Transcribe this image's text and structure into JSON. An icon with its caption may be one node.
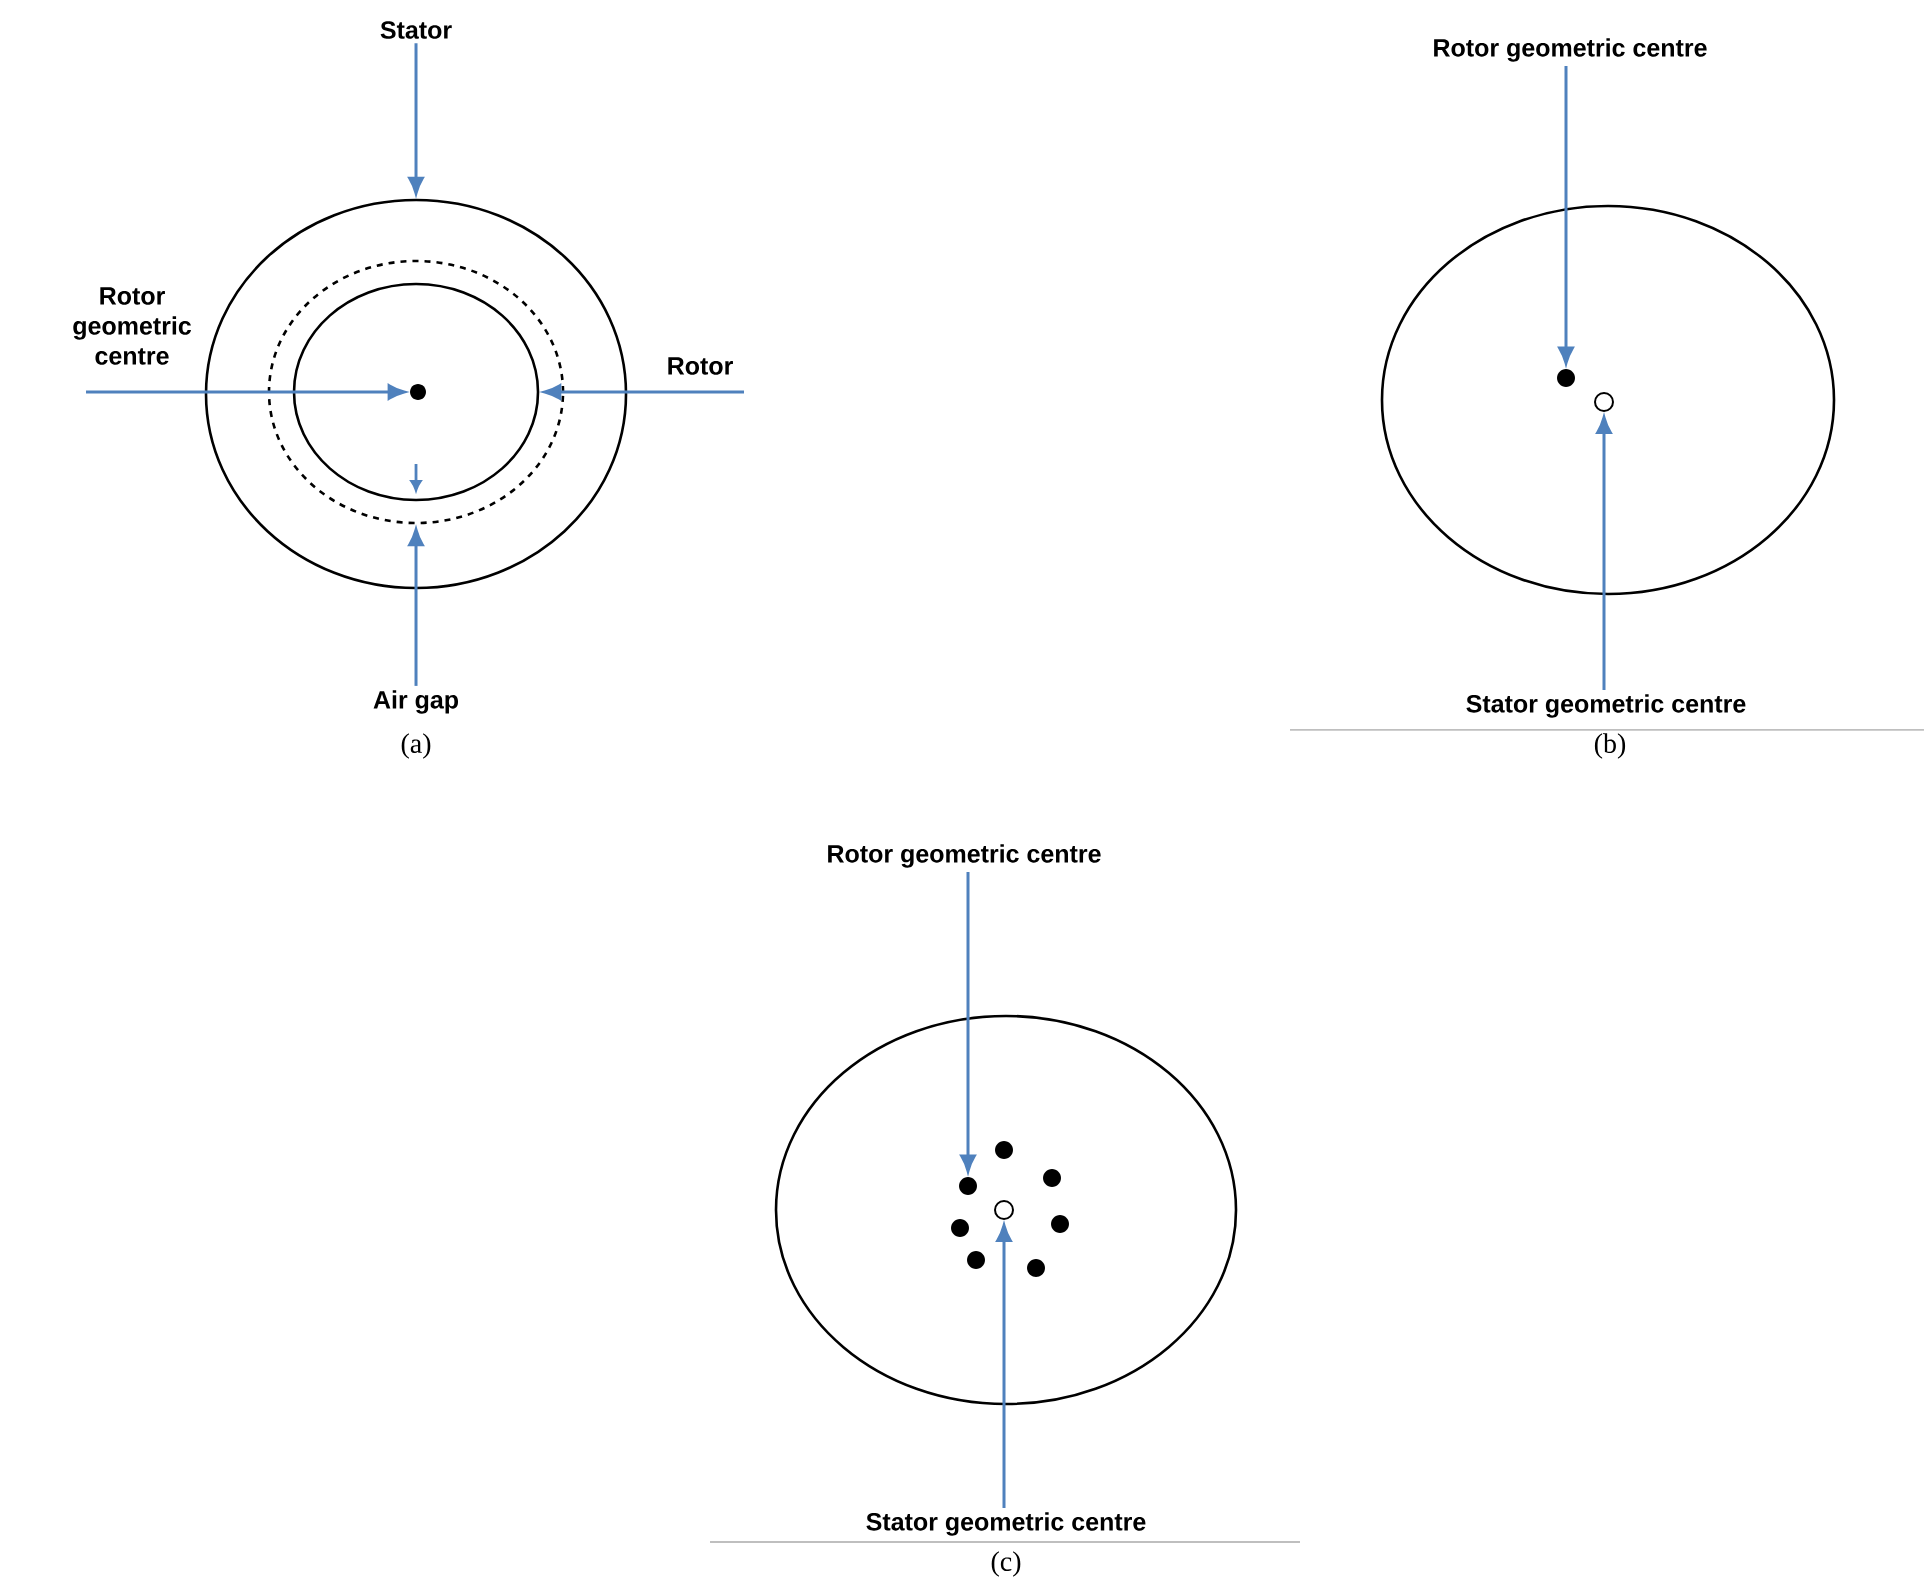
{
  "diagram": {
    "nodes": [
      {
        "text": [
          "Stator"
        ]
      },
      {
        "text": [],
        "shape": "ellipse"
      },
      {
        "text": [],
        "shape": "ellipse",
        "in": 1
      },
      {
        "text": [],
        "shape": "ellipse",
        "in": 2
      },
      {
        "text": [],
        "shape": "dot",
        "in": 3
      },
      {
        "text": [
          "Rotor geometric centre"
        ]
      },
      {
        "text": [
          "Rotor"
        ]
      },
      {
        "text": [
          "Air gap"
        ]
      },
      {
        "text": [
          "Rotor geometric centre"
        ]
      },
      {
        "text": [],
        "shape": "ellipse"
      },
      {
        "text": [],
        "shape": "dot",
        "in": 9
      },
      {
        "text": [],
        "shape": "circle",
        "in": 9
      },
      {
        "text": [
          "Stator geometric centre"
        ]
      },
      {
        "text": [
          "Rotor geometric centre"
        ]
      },
      {
        "text": [],
        "shape": "ellipse"
      },
      {
        "text": [],
        "shape": "dot",
        "in": 14
      },
      {
        "text": [],
        "shape": "dot",
        "in": 14
      },
      {
        "text": [],
        "shape": "dot",
        "in": 14
      },
      {
        "text": [],
        "shape": "dot",
        "in": 14
      },
      {
        "text": [],
        "shape": "dot",
        "in": 14
      },
      {
        "text": [],
        "shape": "dot",
        "in": 14
      },
      {
        "text": [],
        "shape": "dot",
        "in": 14
      },
      {
        "text": [],
        "shape": "circle",
        "in": 14
      },
      {
        "text": [
          "Stator geometric centre"
        ]
      }
    ],
    "edges": [
      {
        "from": 0,
        "to": 1,
        "arrow": "to"
      },
      {
        "from": 5,
        "to": 4,
        "arrow": "to"
      },
      {
        "from": 6,
        "to": 3,
        "arrow": "to"
      },
      {
        "from": 7,
        "to": 2,
        "arrow": "to"
      },
      {
        "from": 8,
        "to": 10,
        "arrow": "to"
      },
      {
        "from": 12,
        "to": 11,
        "arrow": "to"
      },
      {
        "from": 13,
        "to": 16,
        "arrow": "to"
      },
      {
        "from": 23,
        "to": 22,
        "arrow": "to"
      }
    ],
    "labels": [
      "(a)",
      "(b)",
      "(c)"
    ]
  }
}
